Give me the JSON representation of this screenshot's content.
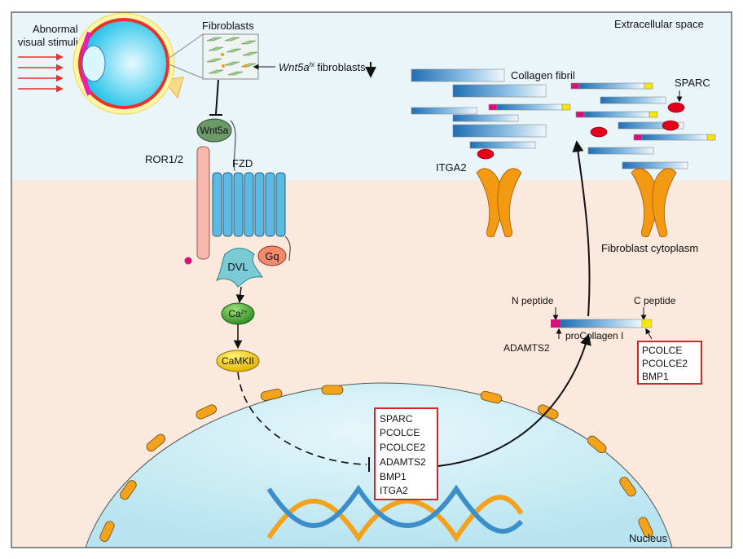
{
  "labels": {
    "stimuli_line1": "Abnormal",
    "stimuli_line2": "visual stimuli",
    "fibroblasts": "Fibroblasts",
    "wnt5a_hi": "Wnt5a",
    "wnt5a_hi_sup": "hi",
    "wnt5a_hi_rest": " fibroblasts",
    "wnt5a": "Wnt5a",
    "ror": "ROR1/2",
    "fzd": "FZD",
    "dvl": "DVL",
    "gq": "Gq",
    "ca": "Ca",
    "ca_sup": "2+",
    "camkii": "CaMKII",
    "extracellular": "Extracellular space",
    "collagen_fibril": "Collagen fibril",
    "sparc": "SPARC",
    "itga2": "ITGA2",
    "cytoplasm": "Fibroblast cytoplasm",
    "n_peptide": "N peptide",
    "c_peptide": "C peptide",
    "adamts2": "ADAMTS2",
    "procollagen": "proCollagen I",
    "nucleus": "Nucleus"
  },
  "nuclear_genes": [
    "SPARC",
    "PCOLCE",
    "PCOLCE2",
    "ADAMTS2",
    "BMP1",
    "ITGA2"
  ],
  "processing_enzymes": [
    "PCOLCE",
    "PCOLCE2",
    "BMP1"
  ],
  "colors": {
    "extracellular": "#eaf5fa",
    "cytoplasm": "#fbe9de",
    "nucleus": "#cdeef6",
    "gene_box_border": "#d9232a",
    "integrin": "#f39a12",
    "sparc": "#e2001a",
    "n_peptide": "#d6127a",
    "c_peptide": "#f7e600",
    "collagen": "#2f7fc0"
  }
}
